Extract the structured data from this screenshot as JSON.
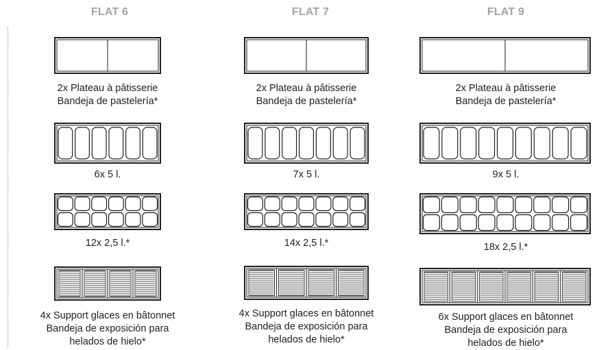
{
  "columns": [
    {
      "title": "FLAT 6",
      "tray_caption": [
        "2x Plateau à pâtisserie",
        "Bandeja de pastelería*"
      ],
      "pans5_caption": "6x 5 l.",
      "pans25_caption": "12x 2,5 l.*",
      "ice_caption": [
        "4x Support glaces en bâtonnet",
        "Bandeja de exposición para",
        "helados de hielo*"
      ]
    },
    {
      "title": "FLAT 7",
      "tray_caption": [
        "2x Plateau à pâtisserie",
        "Bandeja de pastelería*"
      ],
      "pans5_caption": "7x 5 l.",
      "pans25_caption": "14x 2,5 l.*",
      "ice_caption": [
        "4x Support glaces en bâtonnet",
        "Bandeja de exposición para",
        "helados de hielo*"
      ]
    },
    {
      "title": "FLAT 9",
      "tray_caption": [
        "2x Plateau à pâtisserie",
        "Bandeja de pastelería*"
      ],
      "pans5_caption": "9x 5 l.",
      "pans25_caption": "18x 2,5 l.*",
      "ice_caption": [
        "6x Support glaces en bâtonnet",
        "Bandeja de exposición para",
        "helados de hielo*"
      ]
    }
  ],
  "colors": {
    "title": "#a3a3a3",
    "text": "#1e1e1e",
    "line": "#1e1e1e"
  }
}
